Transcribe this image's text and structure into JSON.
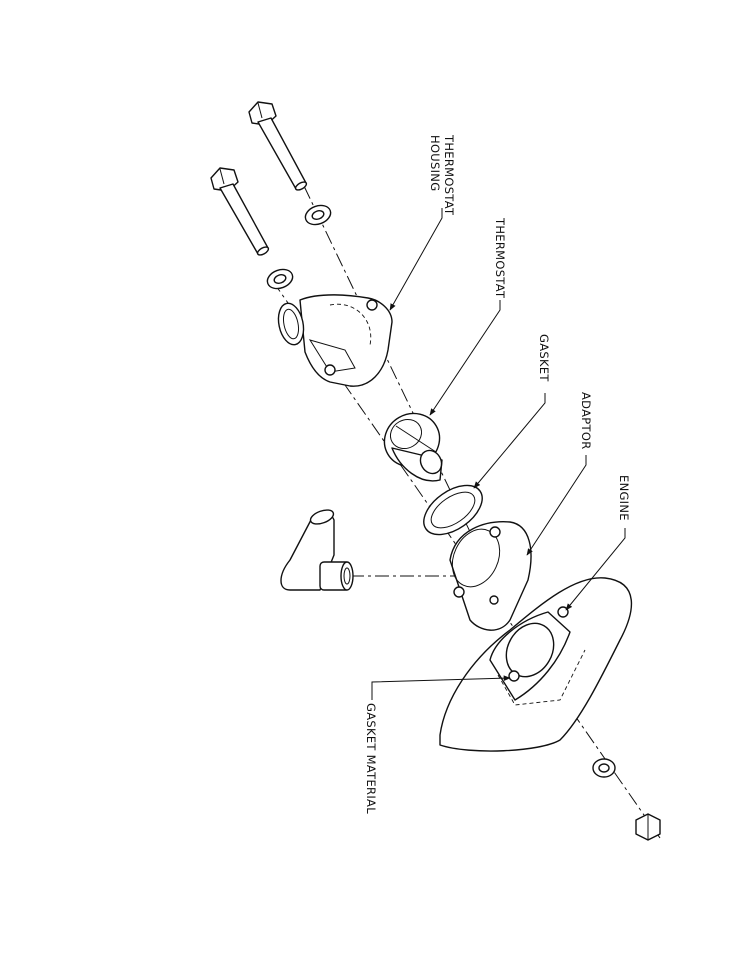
{
  "labels": {
    "thermostat_housing_line1": "THERMOSTAT",
    "thermostat_housing_line2": "HOUSING",
    "thermostat": "THERMOSTAT",
    "gasket": "GASKET",
    "adaptor": "ADAPTOR",
    "engine": "ENGINE",
    "gasket_material": "GASKET MATERIAL"
  }
}
